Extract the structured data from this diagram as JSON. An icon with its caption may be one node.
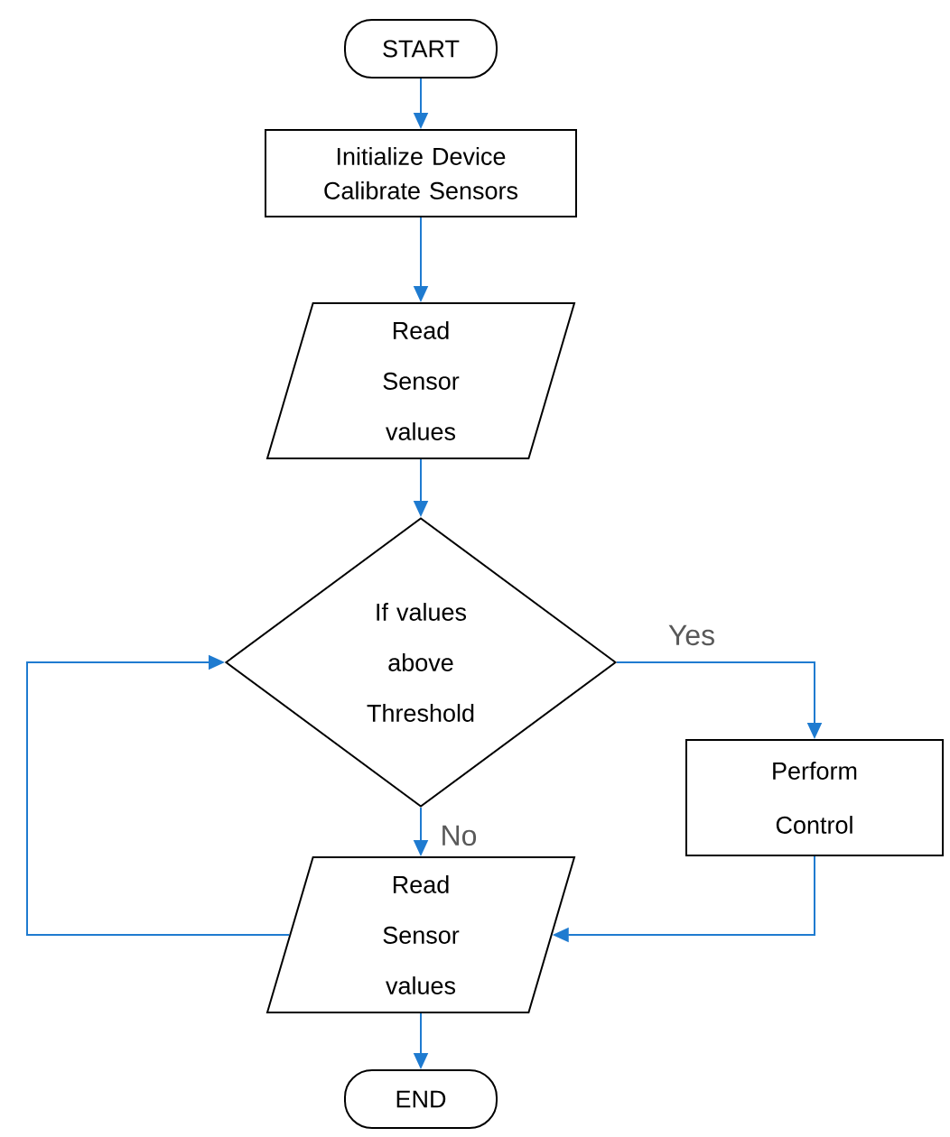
{
  "diagram": {
    "nodes": [
      {
        "text": [
          "START"
        ]
      },
      {
        "text": [
          "Initialize Device Calibrate Sensors"
        ]
      },
      {
        "text": [
          "Read Sensor values"
        ]
      },
      {
        "text": [
          "If values above Threshold"
        ]
      },
      {
        "text": [
          "Perform Control"
        ]
      },
      {
        "text": [
          "Read Sensor values"
        ]
      },
      {
        "text": [
          "END"
        ]
      }
    ],
    "edges": [
      {
        "from": 0,
        "to": 1,
        "arrow": "to"
      },
      {
        "from": 1,
        "to": 2,
        "arrow": "to"
      },
      {
        "from": 2,
        "to": 3,
        "arrow": "to"
      },
      {
        "from": 3,
        "to": 4,
        "arrow": "to",
        "label": "Yes"
      },
      {
        "from": 3,
        "to": 5,
        "arrow": "to",
        "label": "No"
      },
      {
        "from": 4,
        "to": 5,
        "arrow": "to"
      },
      {
        "from": 5,
        "to": 3,
        "arrow": "to"
      },
      {
        "from": 5,
        "to": 6,
        "arrow": "to"
      }
    ]
  }
}
